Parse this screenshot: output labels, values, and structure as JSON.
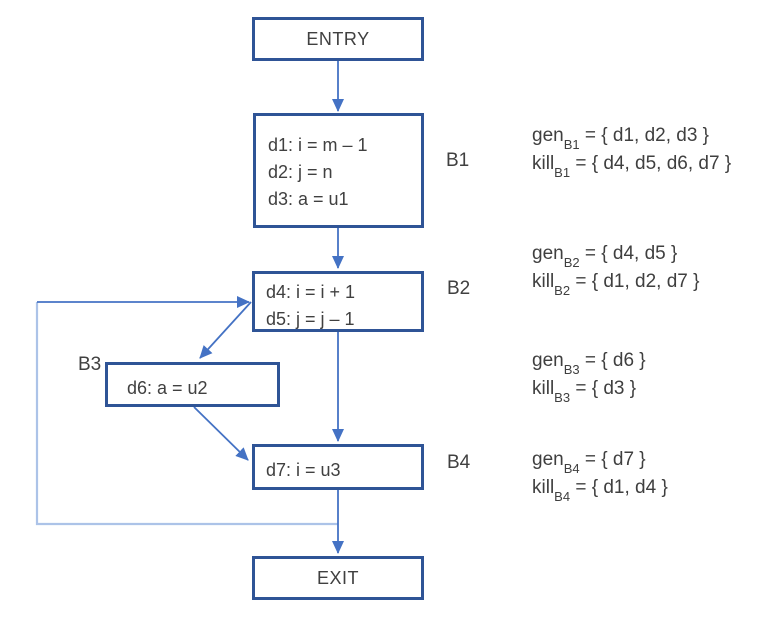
{
  "diagram": {
    "type": "control-flow-graph",
    "colors": {
      "box_border": "#2F5496",
      "arrow": "#4472C4",
      "loop_back_edge": "#ACC3E8",
      "text": "#404040"
    },
    "nodes": {
      "entry": {
        "label": "ENTRY"
      },
      "b1": {
        "label": "B1",
        "lines": [
          "d1: i = m – 1",
          "d2: j = n",
          "d3: a = u1"
        ]
      },
      "b2": {
        "label": "B2",
        "lines": [
          "d4: i = i + 1",
          "d5: j = j – 1"
        ]
      },
      "b3": {
        "label": "B3",
        "lines": [
          "d6: a = u2"
        ]
      },
      "b4": {
        "label": "B4",
        "lines": [
          "d7: i = u3"
        ]
      },
      "exit": {
        "label": "EXIT"
      }
    },
    "edges": [
      "ENTRY→B1",
      "B1→B2",
      "B2→B3",
      "B2→B4",
      "B3→B4",
      "B4→EXIT",
      "B4→B2 (loop back)"
    ]
  },
  "annotations": [
    {
      "block": "B1",
      "gen_name": "gen",
      "gen_sub": "B1",
      "gen_rest": " = { d1, d2, d3 }",
      "kill_name": "kill",
      "kill_sub": "B1",
      "kill_rest": " = { d4, d5, d6, d7 }"
    },
    {
      "block": "B2",
      "gen_name": "gen",
      "gen_sub": "B2",
      "gen_rest": " = { d4, d5 }",
      "kill_name": "kill",
      "kill_sub": "B2",
      "kill_rest": " = { d1, d2, d7 }"
    },
    {
      "block": "B3",
      "gen_name": "gen",
      "gen_sub": "B3",
      "gen_rest": " = { d6 }",
      "kill_name": "kill",
      "kill_sub": "B3",
      "kill_rest": " = { d3 }"
    },
    {
      "block": "B4",
      "gen_name": "gen",
      "gen_sub": "B4",
      "gen_rest": " = { d7 }",
      "kill_name": "kill",
      "kill_sub": "B4",
      "kill_rest": " = { d1, d4 }"
    }
  ]
}
